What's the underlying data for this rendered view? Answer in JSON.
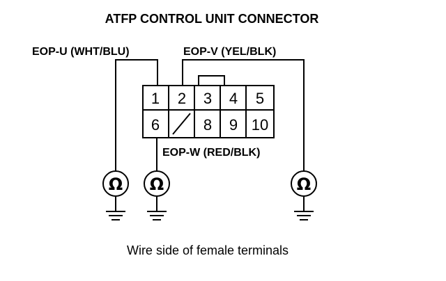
{
  "title": "ATFP CONTROL UNIT CONNECTOR",
  "labels": {
    "eop_u": "EOP-U (WHT/BLU)",
    "eop_v": "EOP-V (YEL/BLK)",
    "eop_w": "EOP-W (RED/BLK)"
  },
  "connector": {
    "top_row": [
      "1",
      "2",
      "3",
      "4",
      "5"
    ],
    "bottom_row": [
      "6",
      "",
      "8",
      "9",
      "10"
    ]
  },
  "ohmmeter_symbol": "Ω",
  "caption": "Wire side of female terminals"
}
